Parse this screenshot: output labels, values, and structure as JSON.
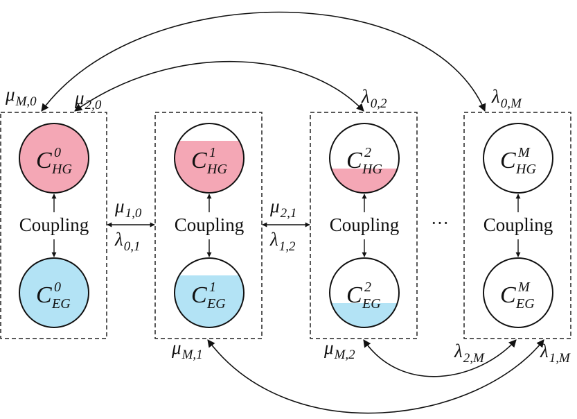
{
  "colors": {
    "hg": "#f4a7b5",
    "eg": "#b3e3f5",
    "stroke": "#111111"
  },
  "coupling_label": "Coupling",
  "ellipsis": "···",
  "nodes": [
    {
      "hg": {
        "base": "C",
        "sub": "HG",
        "sup": "0",
        "fill_fraction": 1.0
      },
      "eg": {
        "base": "C",
        "sub": "EG",
        "sup": "0",
        "fill_fraction": 1.0
      }
    },
    {
      "hg": {
        "base": "C",
        "sub": "HG",
        "sup": "1",
        "fill_fraction": 0.75
      },
      "eg": {
        "base": "C",
        "sub": "EG",
        "sup": "1",
        "fill_fraction": 0.75
      }
    },
    {
      "hg": {
        "base": "C",
        "sub": "HG",
        "sup": "2",
        "fill_fraction": 0.35
      },
      "eg": {
        "base": "C",
        "sub": "EG",
        "sup": "2",
        "fill_fraction": 0.35
      }
    },
    {
      "hg": {
        "base": "C",
        "sub": "HG",
        "sup": "M",
        "fill_fraction": 0.0
      },
      "eg": {
        "base": "C",
        "sub": "EG",
        "sup": "M",
        "fill_fraction": 0.0
      }
    }
  ],
  "rates": {
    "mu_M0": {
      "sym": "μ",
      "sub": "M,0"
    },
    "mu_20": {
      "sym": "μ",
      "sub": "2,0"
    },
    "lam_02": {
      "sym": "λ",
      "sub": "0,2"
    },
    "lam_0M": {
      "sym": "λ",
      "sub": "0,M"
    },
    "mu_10": {
      "sym": "μ",
      "sub": "1,0"
    },
    "lam_01": {
      "sym": "λ",
      "sub": "0,1"
    },
    "mu_21": {
      "sym": "μ",
      "sub": "2,1"
    },
    "lam_12": {
      "sym": "λ",
      "sub": "1,2"
    },
    "mu_M1": {
      "sym": "μ",
      "sub": "M,1"
    },
    "mu_M2": {
      "sym": "μ",
      "sub": "M,2"
    },
    "lam_2M": {
      "sym": "λ",
      "sub": "2,M"
    },
    "lam_1M": {
      "sym": "λ",
      "sub": "1,M"
    }
  }
}
